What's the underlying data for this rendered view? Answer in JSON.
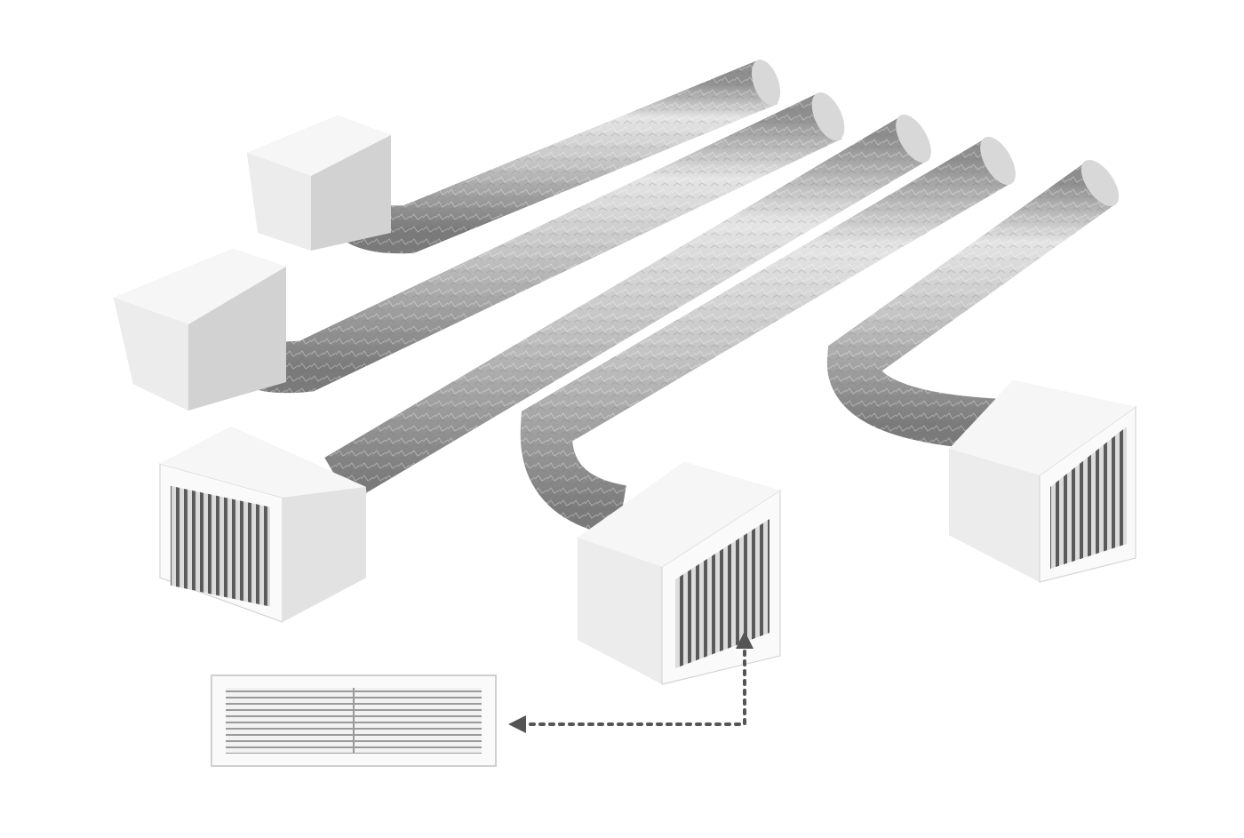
{
  "scene": {
    "background": "#ffffff",
    "colors": {
      "duct_light": "#e4e4e4",
      "duct_mid": "#c4c4c4",
      "duct_dark": "#8e8e8e",
      "box_front": "#ececec",
      "box_side": "#d2d2d2",
      "box_top": "#f6f6f6",
      "grille_frame": "#fafafa",
      "louver_dark": "#5a5a5a",
      "louver_light": "#dcdcdc",
      "arrow": "#555555"
    },
    "objects": [
      "duct-assembly-1",
      "duct-assembly-2",
      "duct-assembly-3",
      "duct-assembly-4",
      "duct-assembly-5",
      "grille-detail-inset",
      "dotted-callout-arrow"
    ]
  }
}
